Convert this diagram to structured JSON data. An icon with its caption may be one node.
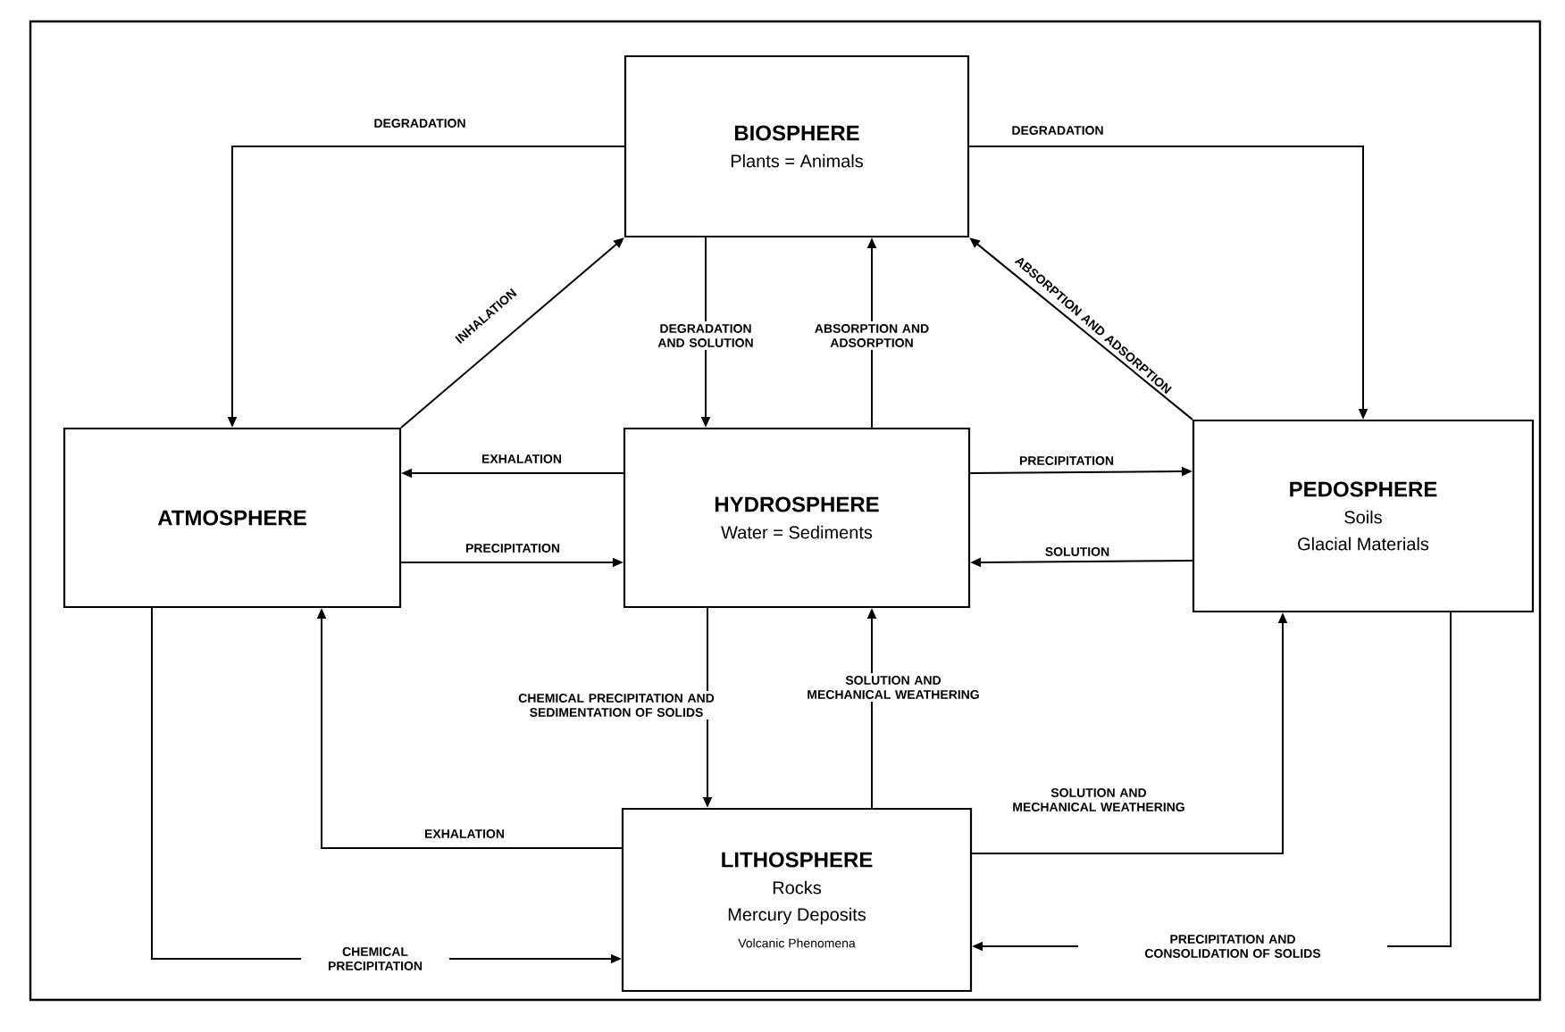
{
  "diagram": {
    "nodes": [
      {
        "text": [
          "BIOSPHERE",
          "Plants = Animals"
        ]
      },
      {
        "text": [
          "ATMOSPHERE"
        ]
      },
      {
        "text": [
          "HYDROSPHERE",
          "Water = Sediments"
        ]
      },
      {
        "text": [
          "PEDOSPHERE",
          "Soils",
          "Glacial Materials"
        ]
      },
      {
        "text": [
          "LITHOSPHERE",
          "Rocks",
          "Mercury Deposits",
          "Volcanic Phenomena"
        ]
      }
    ],
    "edges": [
      {
        "from": 0,
        "to": 1,
        "arrow": "to",
        "label": "DEGRADATION"
      },
      {
        "from": 1,
        "to": 0,
        "arrow": "to",
        "label": "INHALATION"
      },
      {
        "from": 0,
        "to": 3,
        "arrow": "to",
        "label": "DEGRADATION"
      },
      {
        "from": 0,
        "to": 2,
        "arrow": "to",
        "label": "DEGRADATION AND SOLUTION"
      },
      {
        "from": 2,
        "to": 0,
        "arrow": "to",
        "label": "ABSORPTION AND ADSORPTION"
      },
      {
        "from": 3,
        "to": 0,
        "arrow": "to",
        "label": "ABSORPTION AND ADSORPTION"
      },
      {
        "from": 2,
        "to": 1,
        "arrow": "to",
        "label": "EXHALATION"
      },
      {
        "from": 1,
        "to": 2,
        "arrow": "to",
        "label": "PRECIPITATION"
      },
      {
        "from": 2,
        "to": 3,
        "arrow": "to",
        "label": "PRECIPITATION"
      },
      {
        "from": 3,
        "to": 2,
        "arrow": "to",
        "label": "SOLUTION"
      },
      {
        "from": 2,
        "to": 4,
        "arrow": "to",
        "label": "CHEMICAL PRECIPITATION AND SEDIMENTATION OF SOLIDS"
      },
      {
        "from": 4,
        "to": 2,
        "arrow": "to",
        "label": "SOLUTION AND MECHANICAL WEATHERING"
      },
      {
        "from": 4,
        "to": 1,
        "arrow": "to",
        "label": "EXHALATION"
      },
      {
        "from": 1,
        "to": 4,
        "arrow": "to",
        "label": "CHEMICAL PRECIPITATION"
      },
      {
        "from": 4,
        "to": 3,
        "arrow": "to",
        "label": "SOLUTION AND MECHANICAL WEATHERING"
      },
      {
        "from": 3,
        "to": 4,
        "arrow": "to",
        "label": "PRECIPITATION AND CONSOLIDATION OF SOLIDS"
      }
    ]
  }
}
